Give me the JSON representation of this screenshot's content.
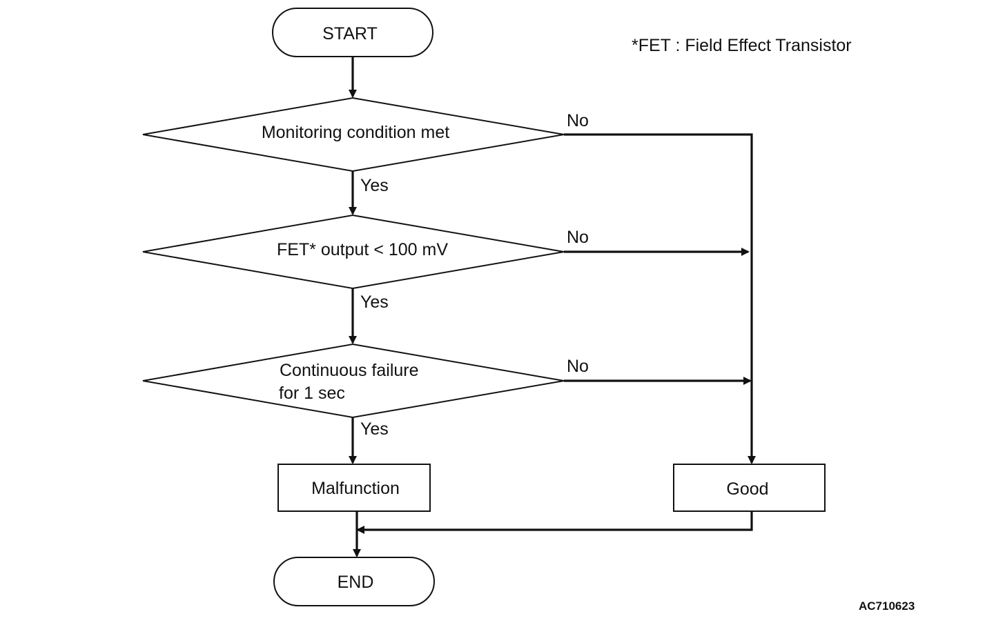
{
  "footnote": "*FET : Field Effect Transistor",
  "figure_code": "AC710623",
  "nodes": {
    "start": "START",
    "decision1": "Monitoring condition met",
    "decision2": "FET* output < 100 mV",
    "decision3_line1": "Continuous failure",
    "decision3_line2": "for 1 sec",
    "malfunction": "Malfunction",
    "good": "Good",
    "end": "END"
  },
  "edge_labels": {
    "d1_no": "No",
    "d1_yes": "Yes",
    "d2_no": "No",
    "d2_yes": "Yes",
    "d3_no": "No",
    "d3_yes": "Yes"
  },
  "colors": {
    "ink": "#111111",
    "background": "#ffffff"
  }
}
